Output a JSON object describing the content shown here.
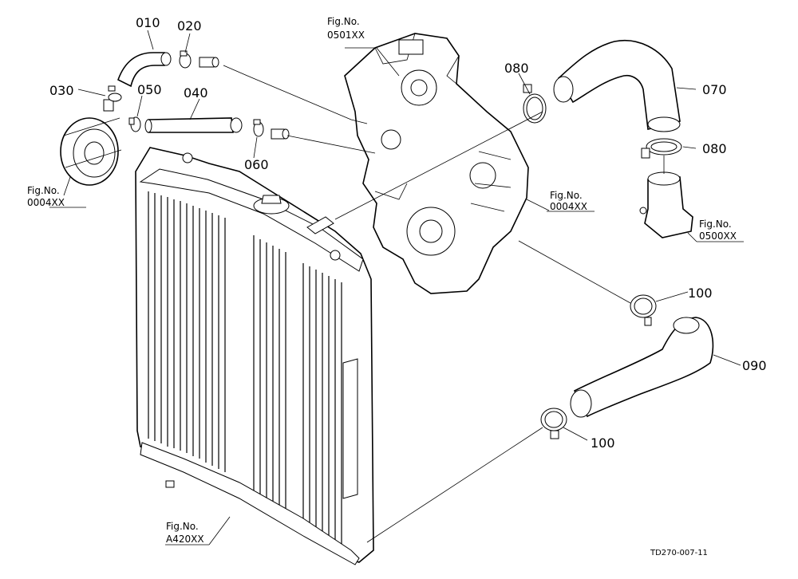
{
  "part_labels": {
    "p010": "010",
    "p020": "020",
    "p030": "030",
    "p040": "040",
    "p050": "050",
    "p060": "060",
    "p070": "070",
    "p080a": "080",
    "p080b": "080",
    "p090": "090",
    "p100a": "100",
    "p100b": "100"
  },
  "figure_refs": {
    "oil_cooler": {
      "label": "Fig.No.",
      "code": "0004XX"
    },
    "gear_case": {
      "label": "Fig.No.",
      "code": "0501XX"
    },
    "engine_block": {
      "label": "Fig.No.",
      "code": "0004XX"
    },
    "thermostat": {
      "label": "Fig.No.",
      "code": "0500XX"
    },
    "radiator": {
      "label": "Fig.No.",
      "code": "A420XX"
    }
  },
  "drawing_id": "TD270-007-11"
}
